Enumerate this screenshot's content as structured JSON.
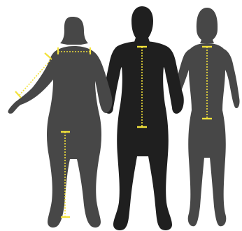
{
  "colors": {
    "background": "#ffffff",
    "figure_light": "#474747",
    "figure_dark": "#1f1f1f",
    "measure_line": "#f3e23a"
  },
  "figures": [
    {
      "name": "female-figure-left",
      "shade": "light",
      "measurements": [
        "shoulder-width",
        "sleeve-length",
        "inseam"
      ]
    },
    {
      "name": "male-figure-center",
      "shade": "dark",
      "measurements": [
        "back-length"
      ]
    },
    {
      "name": "female-figure-right",
      "shade": "light",
      "measurements": [
        "back-length"
      ]
    }
  ]
}
